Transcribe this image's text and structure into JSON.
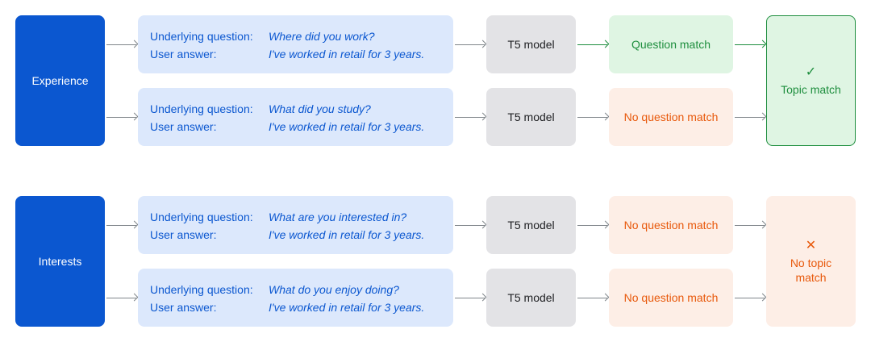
{
  "labels": {
    "underlying_question": "Underlying question:",
    "user_answer": "User answer:",
    "model": "T5 model",
    "question_match": "Question match",
    "no_question_match": "No question match",
    "topic_match": "Topic match",
    "no_topic_match": "No topic match",
    "check_mark": "✓",
    "cross_mark": "✕"
  },
  "topics": [
    {
      "name": "Experience",
      "rows": [
        {
          "question": "Where did you work?",
          "answer": "I've worked in retail for 3 years.",
          "question_match": true
        },
        {
          "question": "What did you study?",
          "answer": "I've worked in retail for 3 years.",
          "question_match": false
        }
      ],
      "topic_match": true
    },
    {
      "name": "Interests",
      "rows": [
        {
          "question": "What are you interested in?",
          "answer": "I've worked in retail for 3 years.",
          "question_match": false
        },
        {
          "question": "What do you enjoy doing?",
          "answer": "I've worked in retail for 3 years.",
          "question_match": false
        }
      ],
      "topic_match": false
    }
  ],
  "colors": {
    "topic_bg": "#0b57d0",
    "qa_bg": "#dce8fc",
    "qa_text": "#0b57d0",
    "model_bg": "#e3e3e6",
    "match_bg": "#dff5e3",
    "match_text": "#1e8e3e",
    "nomatch_bg": "#fdeee6",
    "nomatch_text": "#e8590c",
    "arrow_gray": "#80868b"
  }
}
